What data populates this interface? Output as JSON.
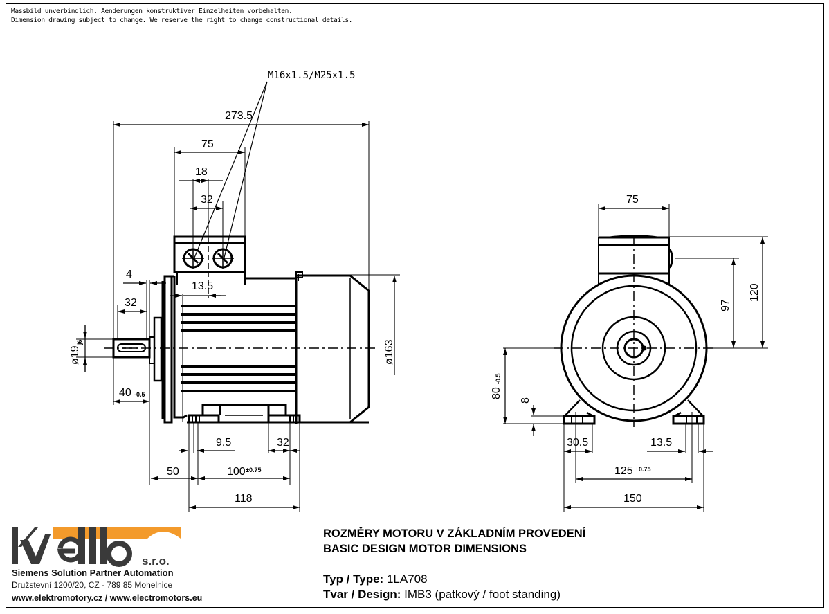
{
  "disclaimer": {
    "line_de": "Massbild unverbindlich. Aenderungen konstruktiver Einzelheiten vorbehalten.",
    "line_en": "Dimension drawing subject to change. We reserve the right to change constructional details."
  },
  "side_view": {
    "thread_callout": "M16x1.5/M25x1.5",
    "overall_length": "273.5",
    "terminal_box_width": "75",
    "gland_offset": "18",
    "gland_spacing": "32",
    "flange_gap": "4",
    "box_offset": "13.5",
    "shaft_key_length": "32",
    "shaft_diameter": "ø19",
    "shaft_tolerance": "j6",
    "shaft_length": "40",
    "shaft_length_tolerance": "-0.5",
    "fan_cover_diameter": "ø163",
    "foot_hole": "9.5",
    "foot_width": "32",
    "shaft_to_foot_hole": "50",
    "foot_hole_spacing": "100",
    "foot_hole_spacing_tolerance": "±0.75",
    "foot_length": "118"
  },
  "end_view": {
    "terminal_box_width": "75",
    "gland_height": "97",
    "box_height": "120",
    "shaft_height": "80",
    "shaft_height_tolerance": "-0.5",
    "foot_thickness": "8",
    "foot_width": "30.5",
    "foot_hole": "13.5",
    "foot_hole_spacing": "125",
    "foot_hole_spacing_tolerance": "±0.75",
    "foot_span": "150"
  },
  "company": {
    "logo_text": "Kvellbo s.r.o.",
    "logo_colors": {
      "dark": "#3a3a3a",
      "accent": "#f39a2b"
    },
    "tagline": "Siemens Solution Partner Automation",
    "address": "Družstevní 1200/20, CZ - 789 85 Mohelnice",
    "websites": "www.elektromotory.cz / www.electromotors.eu"
  },
  "title_block": {
    "title_cz": "ROZMĚRY MOTORU V ZÁKLADNÍM PROVEDENÍ",
    "title_en": "BASIC DESIGN MOTOR DIMENSIONS",
    "type_label": "Typ / Type:",
    "type_value": "1LA708",
    "design_label": "Tvar / Design:",
    "design_value": "IMB3 (patkový / foot standing)"
  }
}
